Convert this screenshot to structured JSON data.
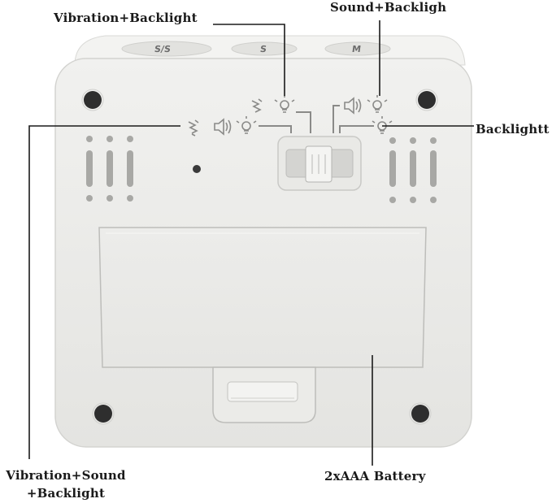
{
  "labels": {
    "vibration_backlight": "Vibration+Backlight",
    "sound_backlight": "Sound+Backligh",
    "backlight": "Backlightt",
    "vibration_sound_line1": "Vibration+Sound",
    "vibration_sound_line2": "+Backlight",
    "battery": "2xAAA Battery"
  },
  "top_buttons": [
    "S/S",
    "S",
    "M"
  ],
  "icons": {
    "left_group": [
      "vibration-icon",
      "speaker-icon",
      "bulb-icon"
    ],
    "top_left_group": [
      "vibration-icon",
      "bulb-icon"
    ],
    "top_right_group": [
      "speaker-icon",
      "bulb-icon"
    ],
    "right_group": [
      "bulb-icon"
    ]
  },
  "colors": {
    "body": "#ededeb",
    "body_edge": "#d6d6d3",
    "marking": "#8a8a88",
    "hole": "#2b2b2b",
    "callout_line": "#1a1a1a"
  }
}
